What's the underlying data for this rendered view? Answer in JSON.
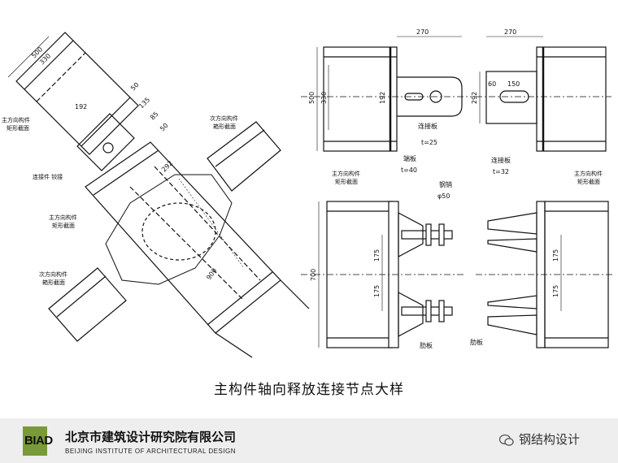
{
  "caption": "主构件轴向释放连接节点大样",
  "footer": {
    "logo": "BIAD",
    "org_cn": "北京市建筑设计研究院有限公司",
    "org_en": "BEIJING INSTITUTE OF ARCHITECTURAL DESIGN",
    "wechat": "钢结构设计"
  },
  "left_view": {
    "dims": [
      "500",
      "330",
      "192",
      "50",
      "135",
      "85",
      "50",
      "292",
      "900"
    ],
    "label_main_top": "主方向构件\n矩形截面",
    "label_secondary_top": "次方向构件\n箱形截面",
    "label_ball": "连接件 铰接",
    "label_main_mid": "主方向构件\n矩形截面",
    "label_secondary_bottom": "次方向构件\n箱形截面"
  },
  "top_left_view": {
    "dims": [
      "270",
      "500",
      "330",
      "192"
    ],
    "plate_label": "连接板",
    "plate_thk": "t=25"
  },
  "top_right_view": {
    "dims": [
      "270",
      "60",
      "150",
      "292"
    ],
    "plate_label": "连接板",
    "plate_thk": "t=32"
  },
  "bottom_left_view": {
    "dims": [
      "700",
      "175",
      "175"
    ],
    "end_plate_label": "端板",
    "end_plate_thk": "t=40",
    "bolt_label": "钢销",
    "bolt_dia": "φ50",
    "main_label": "主方向构件\n矩形截面",
    "stiffener_label": "肋板"
  },
  "bottom_right_view": {
    "dims": [
      "175",
      "175"
    ],
    "main_label": "主方向构件\n矩形截面",
    "stiffener_label": "肋板"
  }
}
